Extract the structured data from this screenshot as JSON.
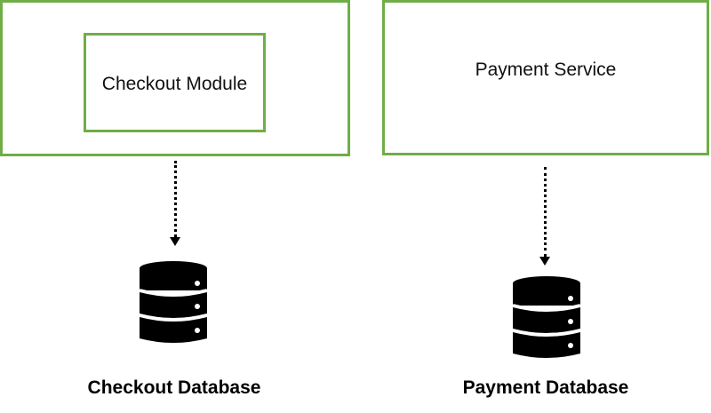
{
  "left_component": {
    "outer_label": "",
    "inner_label": "Checkout Module"
  },
  "right_component": {
    "label": "Payment Service"
  },
  "databases": {
    "left_caption": "Checkout Database",
    "right_caption": "Payment Database"
  },
  "colors": {
    "box_border": "#70ad47",
    "arrow": "#000000",
    "database_icon": "#000000"
  },
  "icons": {
    "database": "database-icon"
  }
}
